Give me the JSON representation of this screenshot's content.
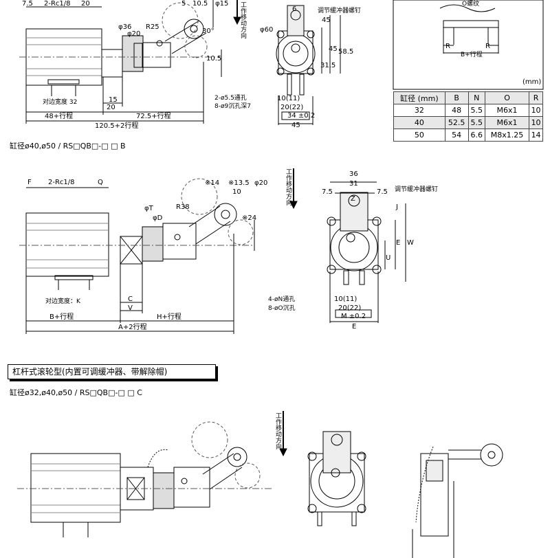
{
  "top_section": {
    "dims": {
      "d7_5": "7.5",
      "rc": "2-Rc1/8",
      "d20a": "20",
      "phi36": "φ36",
      "phi20": "φ20",
      "r25": "R25",
      "d5": "5",
      "d10_5": "10.5",
      "phi15": "φ15",
      "deg30": "30°",
      "d10_5b": "10.5",
      "d15": "15",
      "d20b": "20",
      "stroke48": "48+行程",
      "stroke72": "72.5+行程",
      "stroke120": "120.5+2行程",
      "across_flats": "对边宽度 32"
    },
    "front": {
      "phi60": "φ60",
      "d6": "6",
      "d45": "45",
      "d45b": "45",
      "d58_5": "58.5",
      "d31_5": "31.5",
      "buffer_screw": "调节缓冲器螺钉",
      "holes1": "2-ø5.5通孔",
      "holes2": "8-ø9沉孔深7",
      "d10_11": "10(11)",
      "d20_22": "20(22)",
      "sq34": "34 ±0.2",
      "d45c": "45"
    },
    "direction": "工作移动方向",
    "detail": {
      "thread": "O螺纹",
      "r_left": "R",
      "r_right": "R",
      "b_stroke": "B+行程",
      "unit": "(mm)"
    }
  },
  "spec_table": {
    "headers": [
      "缸径 (mm)",
      "B",
      "N",
      "O",
      "R"
    ],
    "rows": [
      [
        "32",
        "48",
        "5.5",
        "M6x1",
        "10"
      ],
      [
        "40",
        "52.5",
        "5.5",
        "M6x1",
        "10"
      ],
      [
        "50",
        "54",
        "6.6",
        "M8x1.25",
        "14"
      ]
    ]
  },
  "middle_section": {
    "heading": "缸径ø40,ø50  / RS□QB□-□ □ B",
    "dims": {
      "f": "F",
      "rc": "2-Rc1/8",
      "q": "Q",
      "phi_t": "φT",
      "phi_d": "φD",
      "r38": "R38",
      "a14": "※14",
      "a13_5": "※13.5",
      "phi20": "φ20",
      "d10": "10",
      "a24": "※24",
      "c": "C",
      "v": "V",
      "b_stroke": "B+行程",
      "h_stroke": "H+行程",
      "a_stroke": "A+2行程",
      "across_flats": "对边宽度：K"
    },
    "front": {
      "d36": "36",
      "d31": "31",
      "d7_5a": "7.5",
      "d7_5b": "7.5",
      "z": "Z",
      "j": "J",
      "e_v": "E",
      "w": "W",
      "u": "U",
      "buffer_screw": "调节缓冲器螺钉",
      "holes1": "4-øN通孔",
      "holes2": "8-øO沉孔",
      "d10_11": "10(11)",
      "d20_22": "20(22)",
      "sq_m": "M ±0.2",
      "e": "E"
    },
    "direction": "工作移动方向"
  },
  "bottom_section": {
    "title": "杠杆式滚轮型(内置可调缓冲器、带解除帽)",
    "heading": "缸径ø32,ø40,ø50  / RS□QB□-□ □ C",
    "direction": "工作移动方向"
  }
}
